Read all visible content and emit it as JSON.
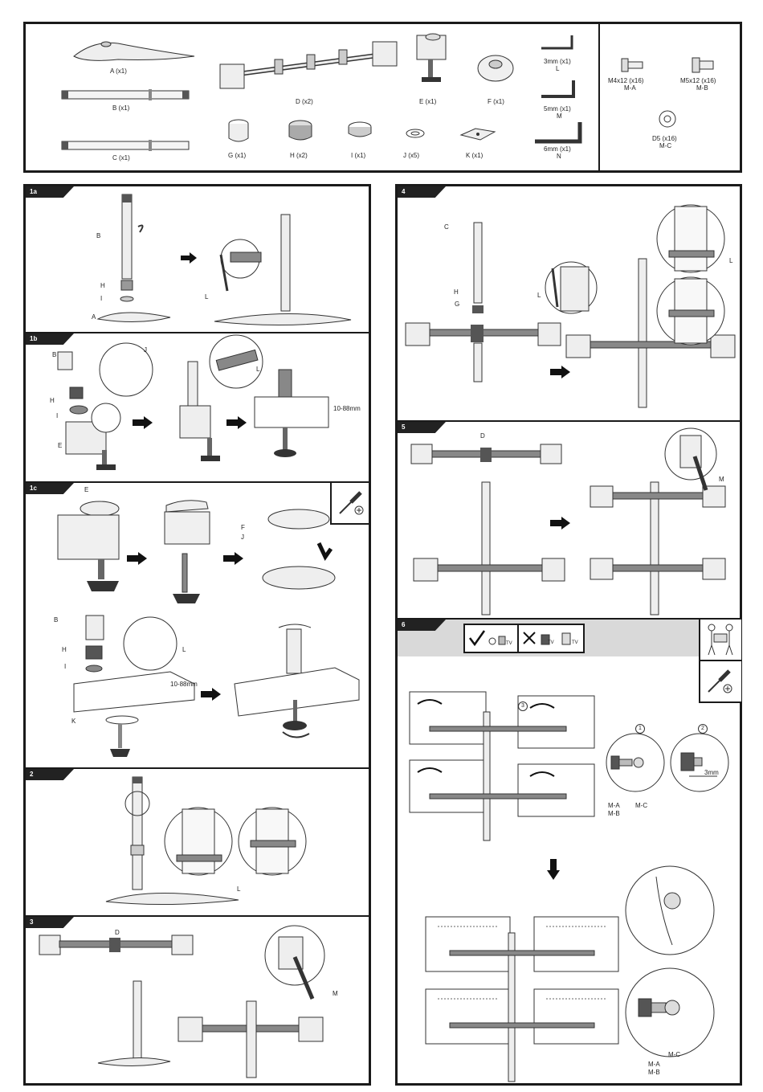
{
  "parts": {
    "A": "A (x1)",
    "B": "B (x1)",
    "C": "C (x1)",
    "D": "D (x2)",
    "E": "E (x1)",
    "F": "F (x1)",
    "G": "G (x1)",
    "H": "H (x2)",
    "I": "I (x1)",
    "J": "J (x5)",
    "K": "K (x1)",
    "L1": "3mm (x1)",
    "L2": "L",
    "M1": "5mm (x1)",
    "M2": "M",
    "N1": "6mm (x1)",
    "N2": "N"
  },
  "screws": {
    "ma1": "M4x12 (x16)",
    "ma2": "M-A",
    "mb1": "M5x12 (x16)",
    "mb2": "M-B",
    "mc1": "D5 (x16)",
    "mc2": "M-C"
  },
  "steps": {
    "s1a": "1a",
    "s1b": "1b",
    "s1c": "1c",
    "s2": "2",
    "s3": "3",
    "s4": "4",
    "s5": "5",
    "s6": "6"
  },
  "labels": {
    "B": "B",
    "H": "H",
    "I": "I",
    "A": "A",
    "L": "L",
    "J": "J",
    "E": "E",
    "F": "F",
    "K": "K",
    "C": "C",
    "G": "G",
    "D": "D",
    "M": "M",
    "range": "10-88mm",
    "ma": "M-A",
    "mb": "M-B",
    "mc": "M-C",
    "mm3": "3mm",
    "n1": "1",
    "n2": "2",
    "n3": "3",
    "tv": "TV"
  },
  "colors": {
    "ink": "#1a1a1a",
    "band": "#d9d9d9"
  }
}
